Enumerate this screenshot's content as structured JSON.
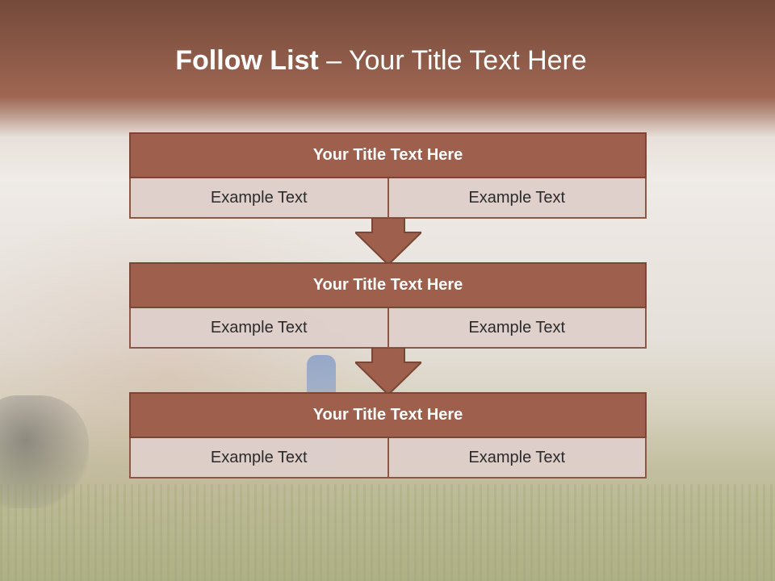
{
  "slide": {
    "title_bold": "Follow List",
    "title_rest": " – Your Title Text Here"
  },
  "blocks": [
    {
      "title": "Your Title Text Here",
      "left": "Example Text",
      "right": "Example Text"
    },
    {
      "title": "Your Title Text Here",
      "left": "Example Text",
      "right": "Example Text"
    },
    {
      "title": "Your Title Text Here",
      "left": "Example Text",
      "right": "Example Text"
    }
  ],
  "colors": {
    "header_fill": "#9e604c",
    "header_border": "#7a4636",
    "cell_fill": "#decfca",
    "arrow_fill": "#9e604c"
  },
  "icons": {
    "connector": "down-arrow-icon"
  }
}
